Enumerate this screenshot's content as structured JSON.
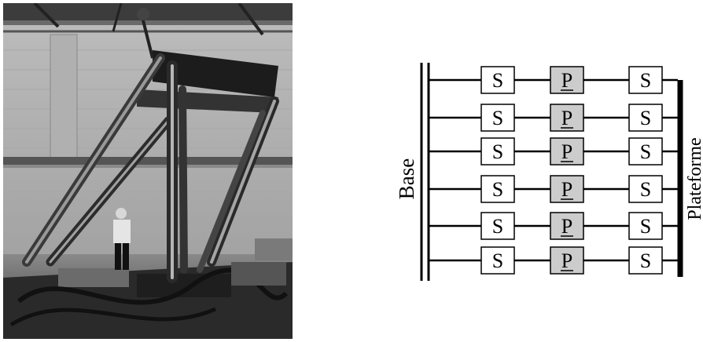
{
  "diagram": {
    "base_label": "Base",
    "platform_label": "Plateforme",
    "legs": [
      {
        "joints": [
          "S",
          "P",
          "S"
        ]
      },
      {
        "joints": [
          "S",
          "P",
          "S"
        ]
      },
      {
        "joints": [
          "S",
          "P",
          "S"
        ]
      },
      {
        "joints": [
          "S",
          "P",
          "S"
        ]
      },
      {
        "joints": [
          "S",
          "P",
          "S"
        ]
      },
      {
        "joints": [
          "S",
          "P",
          "S"
        ]
      }
    ],
    "colors": {
      "s_fill": "#ffffff",
      "p_fill": "#cccccc",
      "line": "#000000"
    }
  }
}
